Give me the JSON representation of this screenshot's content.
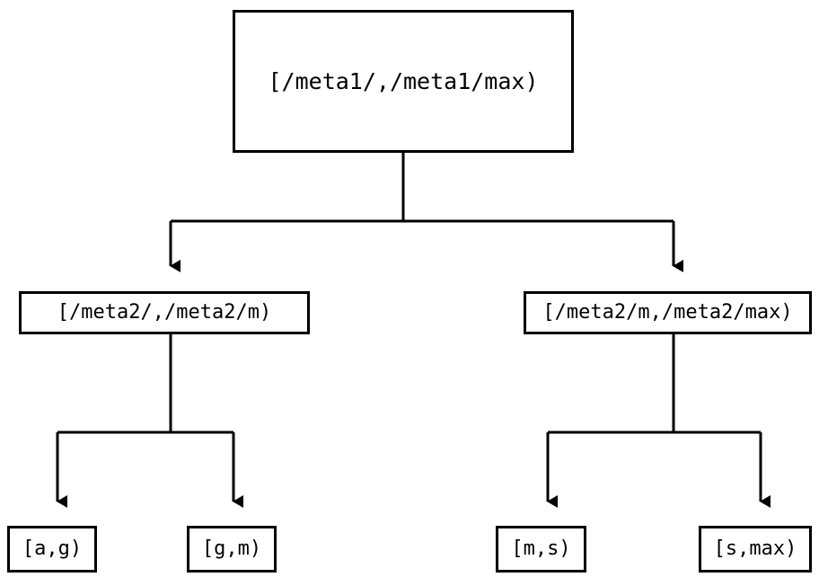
{
  "diagram": {
    "type": "tree",
    "orientation": "top-down",
    "background_color": "#ffffff",
    "line_color": "#000000",
    "text_color": "#000000",
    "nodes": {
      "root": {
        "label": "[/meta1/,/meta1/max)",
        "level": 0
      },
      "meta2_lower": {
        "label": "[/meta2/,/meta2/m)",
        "level": 1
      },
      "meta2_upper": {
        "label": "[/meta2/m,/meta2/max)",
        "level": 1
      },
      "leaf_ag": {
        "label": "[a,g)",
        "level": 2
      },
      "leaf_gm": {
        "label": "[g,m)",
        "level": 2
      },
      "leaf_ms": {
        "label": "[m,s)",
        "level": 2
      },
      "leaf_smax": {
        "label": "[s,max)",
        "level": 2
      }
    },
    "edges": [
      {
        "from": "root",
        "to": "meta2_lower",
        "arrow": "down-triangle"
      },
      {
        "from": "root",
        "to": "meta2_upper",
        "arrow": "down-triangle"
      },
      {
        "from": "meta2_lower",
        "to": "leaf_ag",
        "arrow": "down-triangle"
      },
      {
        "from": "meta2_lower",
        "to": "leaf_gm",
        "arrow": "down-triangle"
      },
      {
        "from": "meta2_upper",
        "to": "leaf_ms",
        "arrow": "down-triangle"
      },
      {
        "from": "meta2_upper",
        "to": "leaf_smax",
        "arrow": "down-triangle"
      }
    ]
  }
}
